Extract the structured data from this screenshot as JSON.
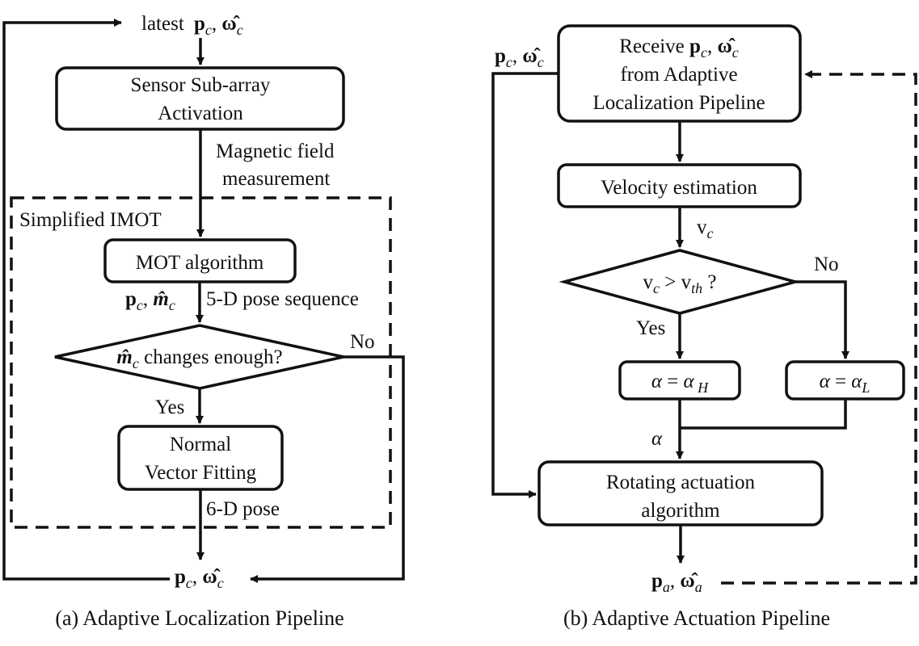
{
  "left": {
    "caption": "(a) Adaptive Localization Pipeline",
    "latest": {
      "prefix": "latest",
      "p": "p",
      "p_sub": "c",
      "sep": ", ",
      "w": "ω̂",
      "w_sub": "c"
    },
    "sensor_box": {
      "line1": "Sensor Sub-array",
      "line2": "Activation"
    },
    "magnetic": {
      "line1": "Magnetic field",
      "line2": "measurement"
    },
    "imot_label": "Simplified IMOT",
    "mot_box": "MOT algorithm",
    "pm_label": {
      "p": "p",
      "p_sub": "c",
      "sep": ", ",
      "m": "m̂",
      "m_sub": "c"
    },
    "pose5d": "5-D pose sequence",
    "decision": {
      "m": "m̂",
      "m_sub": "c",
      "rest": " changes enough?"
    },
    "no": "No",
    "yes": "Yes",
    "normal_box": {
      "line1": "Normal",
      "line2": "Vector Fitting"
    },
    "pose6d": "6-D pose",
    "output": {
      "p": "p",
      "p_sub": "c",
      "sep": ", ",
      "w": "ω̂",
      "w_sub": "c"
    }
  },
  "right": {
    "caption": "(b) Adaptive Actuation Pipeline",
    "receive_box": {
      "pre": "Receive ",
      "p": "p",
      "p_sub": "c",
      "sep": ", ",
      "w": "ω̂",
      "w_sub": "c",
      "line2": "from Adaptive",
      "line3": "Localization Pipeline"
    },
    "side_label": {
      "p": "p",
      "p_sub": "c",
      "sep": ", ",
      "w": "ω̂",
      "w_sub": "c"
    },
    "velocity_box": "Velocity estimation",
    "vc_label": {
      "v": "v",
      "sub": "c"
    },
    "decision": {
      "v": "v",
      "sub": "c",
      "op": " > v",
      "th": "th",
      "q": " ?"
    },
    "no": "No",
    "yes": "Yes",
    "alpha_h": {
      "a": "α",
      "eq": " = ",
      "a2": "α",
      "sub": " H"
    },
    "alpha_l": {
      "a": "α",
      "eq": " = ",
      "a2": "α",
      "sub": "L"
    },
    "alpha_label": "α",
    "rotating_box": {
      "line1": "Rotating actuation",
      "line2": "algorithm"
    },
    "output": {
      "p": "p",
      "p_sub": "a",
      "sep": ", ",
      "w": "ω̂",
      "w_sub": "a"
    }
  }
}
